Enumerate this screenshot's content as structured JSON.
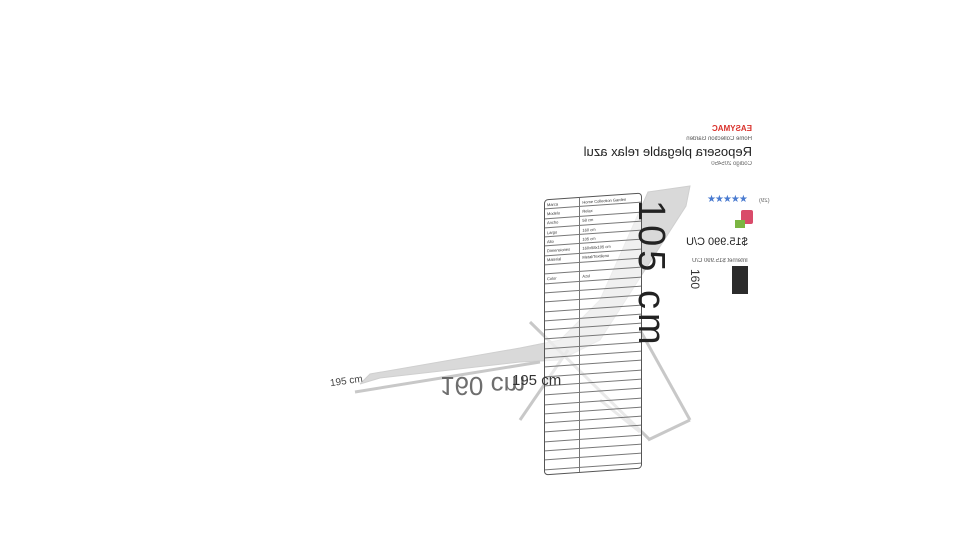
{
  "product": {
    "brand": "EASYMAC",
    "collection": "Home Collection Garden",
    "title": "Reposera plegable relax azul",
    "code": "Código 205450",
    "rating_stars": "★★★★★",
    "reviews": "(29)",
    "price": "$15.990 C/U",
    "price_sub": "Internet $15.990 C/U"
  },
  "dimensions": {
    "vertical": "105 cm",
    "bottom_large": "160 cm",
    "bottom_mid": "195 cm",
    "left": "195 cm",
    "small": "160"
  },
  "spec_rows": [
    [
      "Marca",
      "Home Collection Garden"
    ],
    [
      "Modelo",
      "Relax"
    ],
    [
      "Ancho",
      "58 cm"
    ],
    [
      "Largo",
      "160 cm"
    ],
    [
      "Alto",
      "105 cm"
    ],
    [
      "Dimensiones",
      "160x58x105 cm"
    ],
    [
      "Material",
      "Metal/Textileno"
    ],
    [
      "",
      ""
    ],
    [
      "Color",
      "Azul"
    ],
    [
      "",
      ""
    ],
    [
      "",
      ""
    ],
    [
      "",
      ""
    ],
    [
      "",
      ""
    ],
    [
      "",
      ""
    ],
    [
      "",
      ""
    ],
    [
      "",
      ""
    ],
    [
      "",
      ""
    ],
    [
      "",
      ""
    ],
    [
      "",
      ""
    ],
    [
      "",
      ""
    ],
    [
      "",
      ""
    ],
    [
      "",
      ""
    ],
    [
      "",
      ""
    ],
    [
      "",
      ""
    ],
    [
      "",
      ""
    ],
    [
      "",
      ""
    ],
    [
      "",
      ""
    ],
    [
      "",
      ""
    ],
    [
      "",
      ""
    ],
    [
      "",
      ""
    ],
    [
      "",
      ""
    ],
    [
      "",
      ""
    ]
  ],
  "colors": {
    "brand": "#d9302a",
    "stars": "#4a7bd0",
    "chair": "#d7d7d7"
  }
}
